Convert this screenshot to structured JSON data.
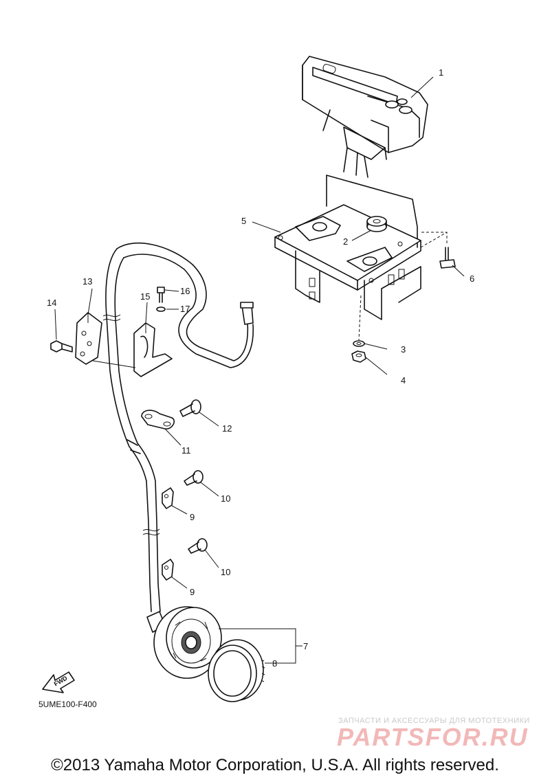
{
  "callouts": [
    {
      "id": "callout-1",
      "text": "1"
    },
    {
      "id": "callout-2",
      "text": "2"
    },
    {
      "id": "callout-3",
      "text": "3"
    },
    {
      "id": "callout-4",
      "text": "4"
    },
    {
      "id": "callout-5",
      "text": "5"
    },
    {
      "id": "callout-6",
      "text": "6"
    },
    {
      "id": "callout-7",
      "text": "7"
    },
    {
      "id": "callout-8",
      "text": "8"
    },
    {
      "id": "callout-9a",
      "text": "9"
    },
    {
      "id": "callout-9b",
      "text": "9"
    },
    {
      "id": "callout-10a",
      "text": "10"
    },
    {
      "id": "callout-10b",
      "text": "10"
    },
    {
      "id": "callout-11",
      "text": "11"
    },
    {
      "id": "callout-12",
      "text": "12"
    },
    {
      "id": "callout-13",
      "text": "13"
    },
    {
      "id": "callout-14",
      "text": "14"
    },
    {
      "id": "callout-15",
      "text": "15"
    },
    {
      "id": "callout-16",
      "text": "16"
    },
    {
      "id": "callout-17",
      "text": "17"
    }
  ],
  "fwd_arrow_label": "FWD",
  "diagram_code": "5UME100-F400",
  "watermark": {
    "tagline": "ЗАПЧАСТИ И АКСЕССУАРЫ ДЛЯ МОТОТЕХНИКИ",
    "brand": "PARTSFOR.RU"
  },
  "copyright": "©2013 Yamaha Motor Corporation, U.S.A. All rights reserved."
}
